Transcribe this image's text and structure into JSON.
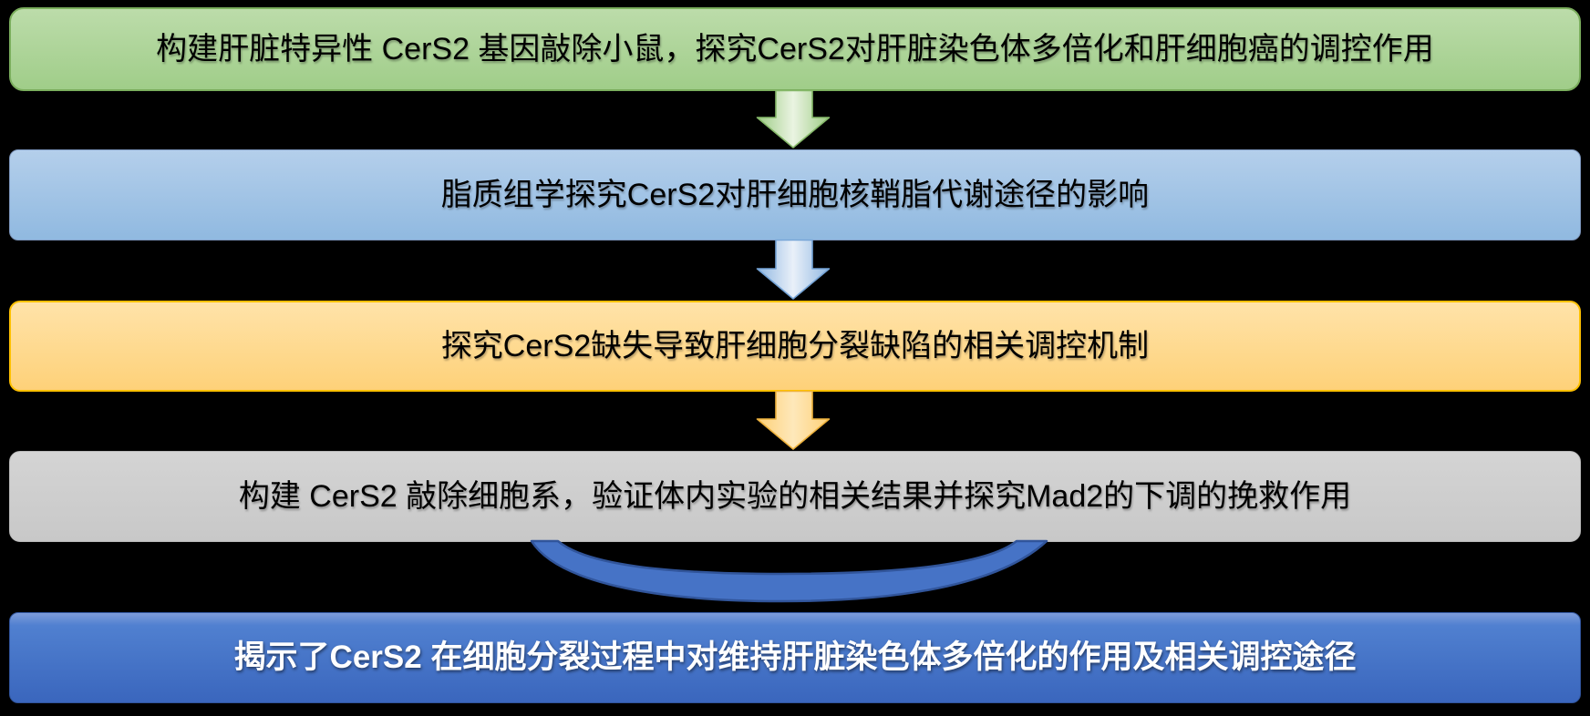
{
  "page": {
    "background_color": "#000000",
    "type": "flowchart"
  },
  "flowchart": {
    "steps": [
      {
        "id": "step-1",
        "text": "构建肝脏特异性 CerS2 基因敲除小鼠，探究CerS2对肝脏染色体多倍化和肝细胞癌的调控作用",
        "fill_top": "#bcdcaa",
        "fill_bottom": "#a0cd89",
        "border_color": "#7bae5d",
        "text_color": "#000000"
      },
      {
        "id": "step-2",
        "text": "脂质组学探究CerS2对肝细胞核鞘脂代谢途径的影响",
        "fill_top": "#b4cfeb",
        "fill_bottom": "#90b9e0",
        "border_color": "#7e97be",
        "text_color": "#000000"
      },
      {
        "id": "step-3",
        "text": "探究CerS2缺失导致肝细胞分裂缺陷的相关调控机制",
        "fill_top": "#ffe3a9",
        "fill_bottom": "#fed179",
        "border_color": "#ffc000",
        "text_color": "#000000"
      },
      {
        "id": "step-4",
        "text": "构建 CerS2 敲除细胞系，验证体内实验的相关结果并探究Mad2的下调的挽救作用",
        "fill_top": "#d4d4d4",
        "fill_bottom": "#c8c8c8",
        "border_color": "#b9b9b9",
        "text_color": "#000000"
      },
      {
        "id": "step-5",
        "text": "揭示了CerS2 在细胞分裂过程中对维持肝脏染色体多倍化的作用及相关调控途径",
        "fill_top": "#5080d0",
        "fill_bottom": "#3a66bd",
        "border_color": "#30549c",
        "text_color": "#ffffff"
      }
    ],
    "connectors": [
      {
        "id": "arrow-1",
        "type": "block-arrow-down",
        "from": "step-1",
        "to": "step-2",
        "edge_color": "#9dcb84",
        "center_color": "#eaf4e2",
        "outline_color": "#86b96a"
      },
      {
        "id": "arrow-2",
        "type": "block-arrow-down",
        "from": "step-2",
        "to": "step-3",
        "edge_color": "#90b7e1",
        "center_color": "#e9f0f9",
        "outline_color": "#74a3d6"
      },
      {
        "id": "arrow-3",
        "type": "block-arrow-down",
        "from": "step-3",
        "to": "step-4",
        "edge_color": "#fdd077",
        "center_color": "#fee8ba",
        "outline_color": "#eeb23d"
      },
      {
        "id": "curved-band",
        "type": "curved-connector",
        "from": "step-4",
        "to": "step-5",
        "fill": "#4673c6",
        "outline_color": "#31559b"
      }
    ]
  }
}
